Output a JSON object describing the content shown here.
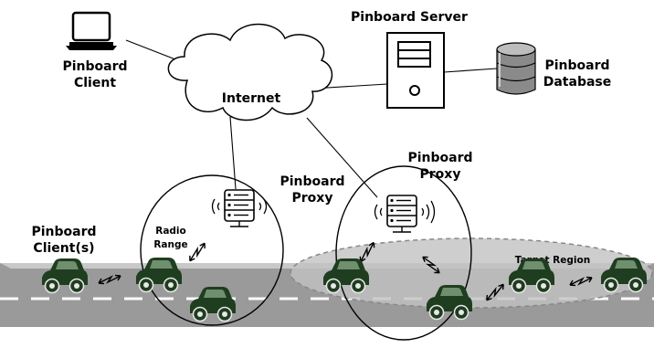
{
  "labels": {
    "client_line1": "Pinboard",
    "client_line2": "Client",
    "server": "Pinboard Server",
    "database_line1": "Pinboard",
    "database_line2": "Database",
    "internet": "Internet",
    "proxy_left_line1": "Pinboard",
    "proxy_left_line2": "Proxy",
    "proxy_right_line1": "Pinboard",
    "proxy_right_line2": "Proxy",
    "clients_line1": "Pinboard",
    "clients_line2": "Client(s)",
    "radio_line1": "Radio",
    "radio_line2": "Range",
    "target_region": "Target Region"
  },
  "colors": {
    "car": "#1f3d1f",
    "road": "#9a9a9a",
    "road_edge": "#c8c8c8",
    "target_region": "#c2c2c2",
    "database": "#8a8a8a"
  },
  "icons": [
    "laptop-icon",
    "server-icon",
    "database-icon",
    "cloud-icon",
    "proxy-server-icon",
    "wifi-signal-icon",
    "car-icon",
    "wireless-link-icon"
  ]
}
